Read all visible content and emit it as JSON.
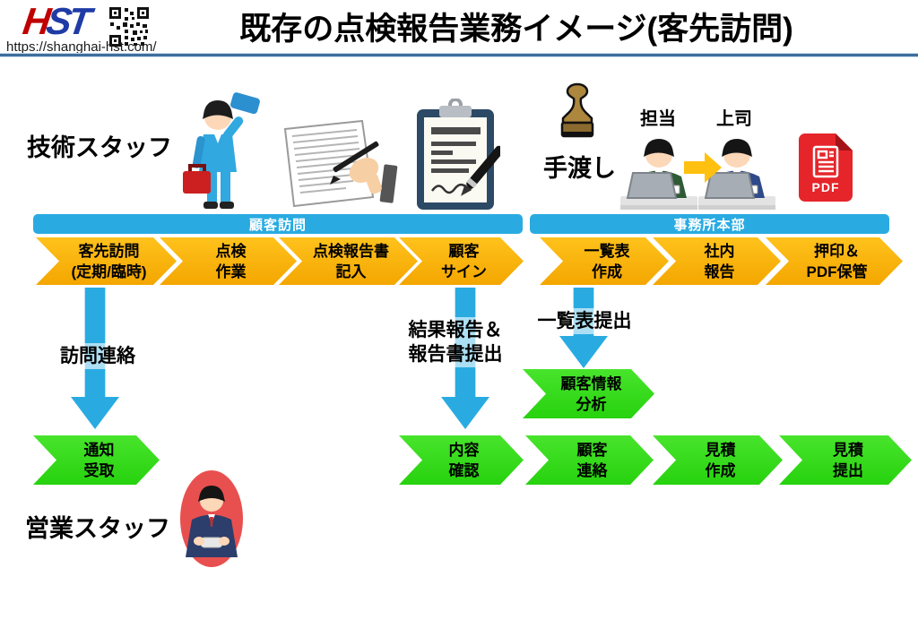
{
  "header": {
    "logo": {
      "h": "H",
      "st": "ST"
    },
    "url": "https://shanghai-hst.com/",
    "title": "既存の点検報告業務イメージ(客先訪問)"
  },
  "labels": {
    "technical_staff": "技術スタッフ",
    "sales_staff": "営業スタッフ",
    "hand_delivery": "手渡し",
    "staff_in_charge": "担当",
    "boss": "上司",
    "pdf": "PDF"
  },
  "lanes": [
    {
      "label": "顧客訪問"
    },
    {
      "label": "事務所本部"
    }
  ],
  "orange_steps": [
    {
      "label": "客先訪問\n(定期/臨時)"
    },
    {
      "label": "点検\n作業"
    },
    {
      "label": "点検報告書\n記入"
    },
    {
      "label": "顧客\nサイン"
    },
    {
      "label": "一覧表\n作成"
    },
    {
      "label": "社内\n報告"
    },
    {
      "label": "押印＆\nPDF保管"
    }
  ],
  "flow_labels": [
    {
      "label": "訪問連絡"
    },
    {
      "label": "結果報告＆\n報告書提出"
    },
    {
      "label": "一覧表提出"
    }
  ],
  "green_steps": [
    {
      "label": "通知\n受取"
    },
    {
      "label": "顧客情報\n分析"
    },
    {
      "label": "内容\n確認"
    },
    {
      "label": "顧客\n連絡"
    },
    {
      "label": "見積\n作成"
    },
    {
      "label": "見積\n提出"
    }
  ],
  "colors": {
    "lane_blue": "#29ABE2",
    "step_orange": "#F9AE00",
    "step_green": "#2FD71E",
    "pdf_red": "#E5252A",
    "divider_blue": "#3E6E9E"
  }
}
